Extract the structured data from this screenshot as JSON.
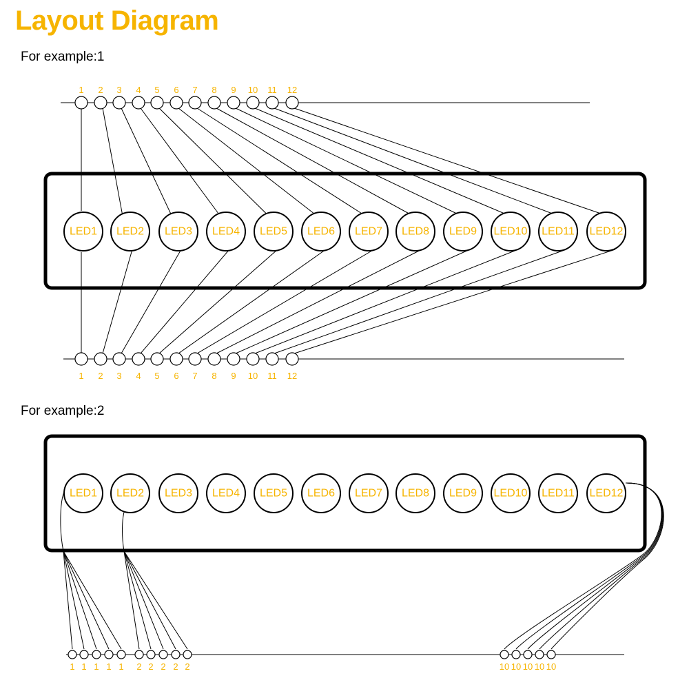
{
  "title": "Layout Diagram",
  "example1": {
    "label": "For example:1",
    "top_numbers": [
      "1",
      "2",
      "3",
      "4",
      "5",
      "6",
      "7",
      "8",
      "9",
      "10",
      "11",
      "12"
    ],
    "leds": [
      "LED1",
      "LED2",
      "LED3",
      "LED4",
      "LED5",
      "LED6",
      "LED7",
      "LED8",
      "LED9",
      "LED10",
      "LED11",
      "LED12"
    ],
    "bottom_numbers": [
      "1",
      "2",
      "3",
      "4",
      "5",
      "6",
      "7",
      "8",
      "9",
      "10",
      "11",
      "12"
    ]
  },
  "example2": {
    "label": "For example:2",
    "leds": [
      "LED1",
      "LED2",
      "LED3",
      "LED4",
      "LED5",
      "LED6",
      "LED7",
      "LED8",
      "LED9",
      "LED10",
      "LED11",
      "LED12"
    ],
    "group1_numbers": [
      "1",
      "1",
      "1",
      "1",
      "1"
    ],
    "group2_numbers": [
      "2",
      "2",
      "2",
      "2",
      "2"
    ],
    "group3_numbers": [
      "10",
      "10",
      "10",
      "10",
      "10"
    ]
  },
  "colors": {
    "accent": "#f6b400",
    "line": "#000000",
    "background": "#ffffff"
  }
}
